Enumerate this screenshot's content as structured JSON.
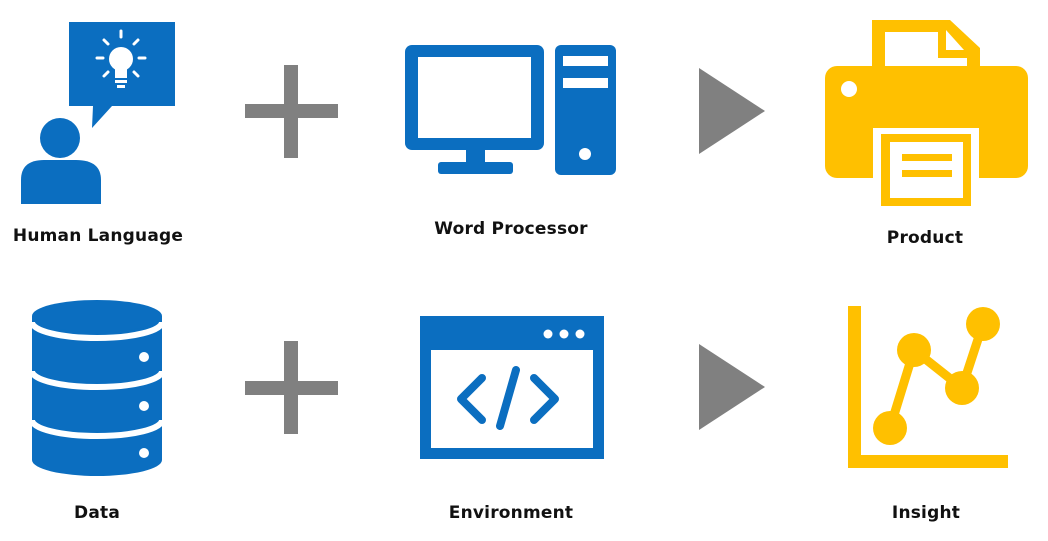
{
  "colors": {
    "blue": "#0b6ec0",
    "gray": "#808080",
    "yellow": "#ffc000",
    "white": "#ffffff"
  },
  "rows": [
    {
      "inputs": [
        {
          "label": "Human Language",
          "icon": "person-speech-bubble-lightbulb-icon"
        },
        {
          "label": "Word Processor",
          "icon": "desktop-computer-icon"
        }
      ],
      "operator_icon": "plus-icon",
      "result_arrow_icon": "play-arrow-icon",
      "output": {
        "label": "Product",
        "icon": "printer-icon"
      }
    },
    {
      "inputs": [
        {
          "label": "Data",
          "icon": "database-icon"
        },
        {
          "label": "Environment",
          "icon": "code-window-icon"
        }
      ],
      "operator_icon": "plus-icon",
      "result_arrow_icon": "play-arrow-icon",
      "output": {
        "label": "Insight",
        "icon": "line-chart-icon"
      }
    }
  ]
}
